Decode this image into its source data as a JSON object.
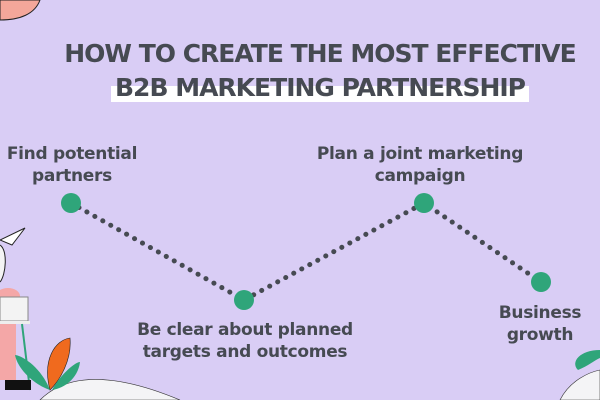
{
  "title": {
    "line1": "HOW TO CREATE THE MOST EFFECTIVE",
    "line2": "B2B MARKETING PARTNERSHIP"
  },
  "steps": [
    {
      "label": "Find potential partners"
    },
    {
      "label": "Be clear about planned targets and outcomes"
    },
    {
      "label": "Plan a joint marketing campaign"
    },
    {
      "label": "Business growth"
    }
  ],
  "colors": {
    "background": "#d9cdf5",
    "node": "#2fa57a",
    "text": "#464a52",
    "dots": "#464a52"
  }
}
